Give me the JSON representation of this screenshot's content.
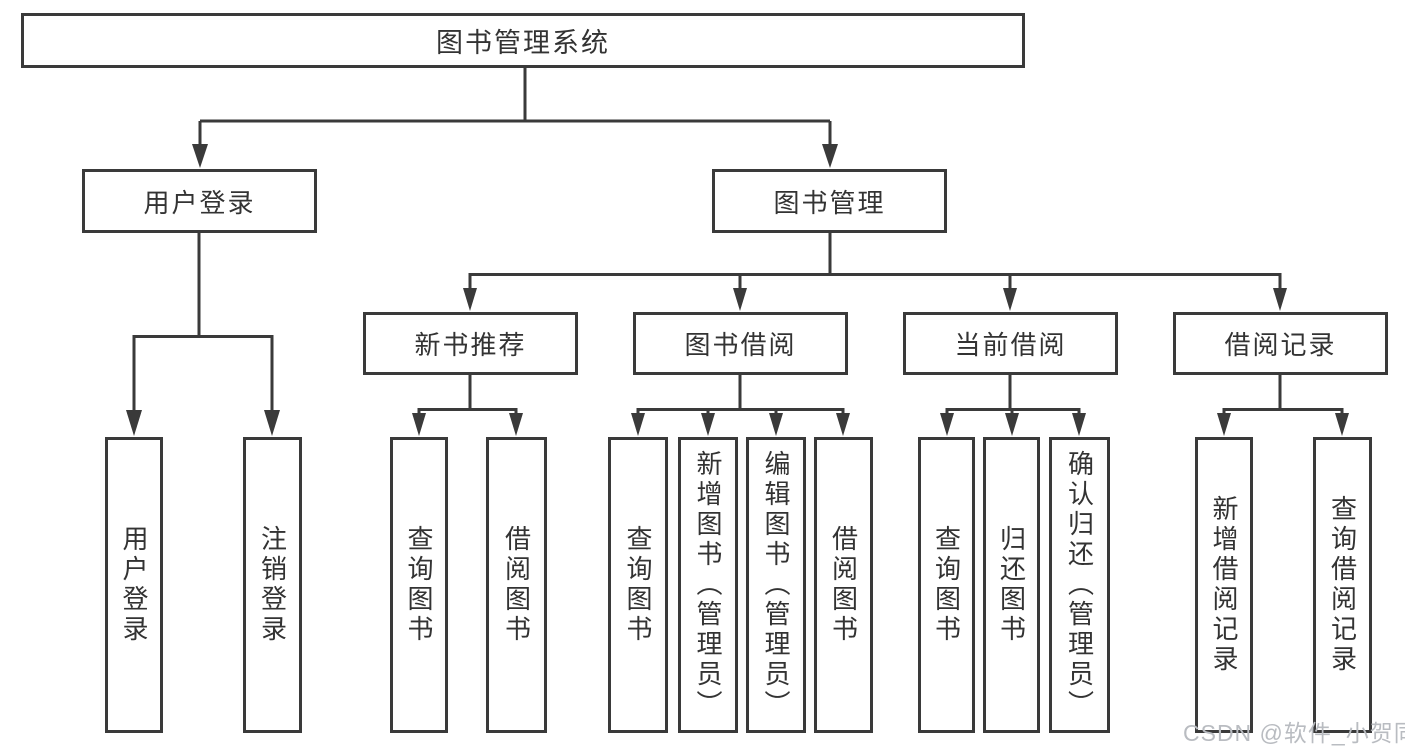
{
  "diagram": {
    "title": "图书管理系统",
    "level2": [
      {
        "label": "用户登录"
      },
      {
        "label": "图书管理"
      }
    ],
    "level3": [
      {
        "label": "新书推荐"
      },
      {
        "label": "图书借阅"
      },
      {
        "label": "当前借阅"
      },
      {
        "label": "借阅记录"
      }
    ],
    "leaves": [
      {
        "label": "用户登录"
      },
      {
        "label": "注销登录"
      },
      {
        "label": "查询图书"
      },
      {
        "label": "借阅图书"
      },
      {
        "label": "查询图书"
      },
      {
        "label": "新增图书（管理员）"
      },
      {
        "label": "编辑图书（管理员）"
      },
      {
        "label": "借阅图书"
      },
      {
        "label": "查询图书"
      },
      {
        "label": "归还图书"
      },
      {
        "label": "确认归还（管理员）"
      },
      {
        "label": "新增借阅记录"
      },
      {
        "label": "查询借阅记录"
      }
    ]
  },
  "watermark": {
    "text": "CSDN @软件_小贺同学"
  },
  "colors": {
    "line": "#3a3a3a",
    "text": "#333333",
    "background": "#ffffff",
    "watermark": "#b9bcc1"
  }
}
